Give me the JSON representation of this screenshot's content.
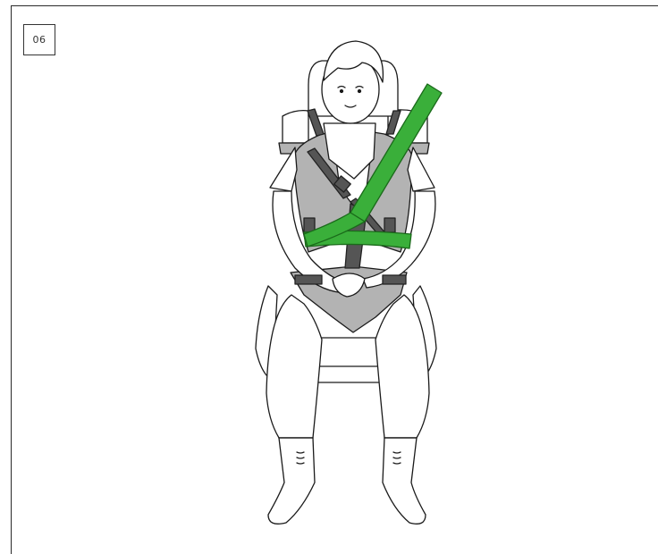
{
  "step": {
    "number": "06"
  },
  "colors": {
    "belt": "#3aaf3a",
    "harness": "#b3b3b3",
    "strap": "#555555",
    "outline": "#1a1a1a",
    "fill": "#ffffff"
  },
  "icons": [
    "child-figure",
    "car-seat",
    "seat-belt",
    "harness-buckle"
  ]
}
